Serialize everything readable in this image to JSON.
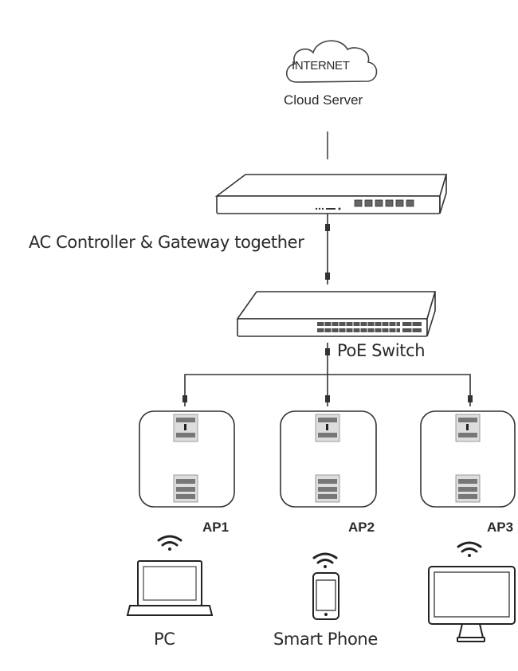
{
  "cloud": {
    "text": "INTERNET",
    "label": "Cloud Server",
    "icon": "cloud-icon"
  },
  "gateway": {
    "label": "AC Controller & Gateway together",
    "icon": "gateway-router-icon"
  },
  "switch": {
    "label": "PoE Switch",
    "icon": "poe-switch-icon"
  },
  "access_points": [
    {
      "label": "AP1",
      "icon": "access-point-icon"
    },
    {
      "label": "AP2",
      "icon": "access-point-icon"
    },
    {
      "label": "AP3",
      "icon": "access-point-icon"
    }
  ],
  "clients": [
    {
      "label": "PC",
      "icon": "laptop-icon"
    },
    {
      "label": "Smart Phone",
      "icon": "smartphone-icon"
    },
    {
      "label": "",
      "icon": "monitor-icon"
    }
  ],
  "colors": {
    "stroke": "#333333",
    "background": "#ffffff"
  }
}
